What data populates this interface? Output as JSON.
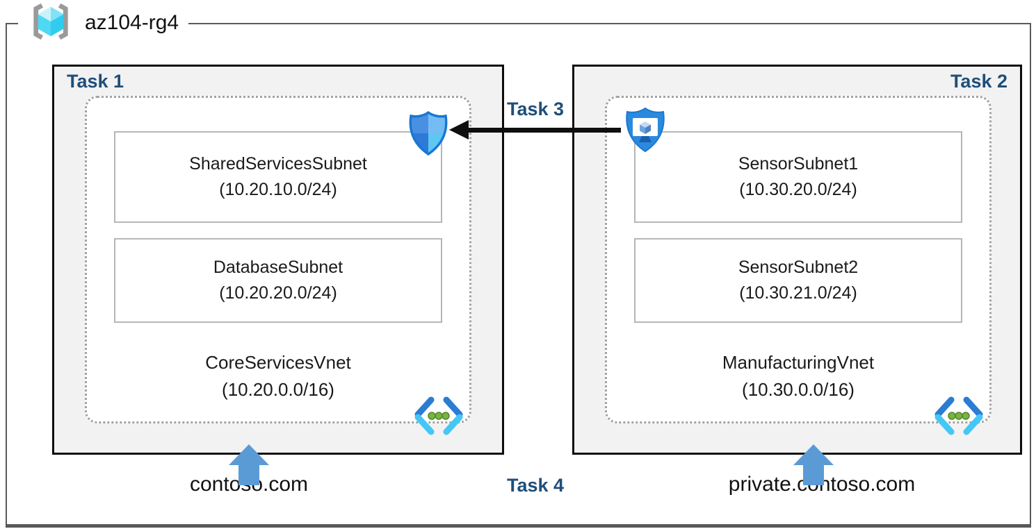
{
  "resource_group": {
    "name": "az104-rg4",
    "icon": "resource-group-icon"
  },
  "left_region": {
    "task_label": "Task 1",
    "security_icon": "network-security-group-shield-icon",
    "vnet": {
      "name": "CoreServicesVnet",
      "cidr": "(10.20.0.0/16)",
      "icon": "virtual-network-icon",
      "subnets": [
        {
          "name": "SharedServicesSubnet",
          "cidr": "(10.20.10.0/24)"
        },
        {
          "name": "DatabaseSubnet",
          "cidr": "(10.20.20.0/24)"
        }
      ]
    },
    "domain_label": "contoso.com"
  },
  "right_region": {
    "task_label": "Task 2",
    "security_icon": "bastion-shield-icon",
    "vnet": {
      "name": "ManufacturingVnet",
      "cidr": "(10.30.0.0/16)",
      "icon": "virtual-network-icon",
      "subnets": [
        {
          "name": "SensorSubnet1",
          "cidr": "(10.30.20.0/24)"
        },
        {
          "name": "SensorSubnet2",
          "cidr": "(10.30.21.0/24)"
        }
      ]
    },
    "domain_label": "private.contoso.com"
  },
  "connections": {
    "peering_label": "Task 3",
    "dns_label": "Task 4",
    "peering_direction": "right-to-left"
  },
  "colors": {
    "task_label": "#1f4e79",
    "box_background": "#f2f2f2",
    "box_border": "#0d0d0d",
    "rg_border": "#595959",
    "dotted_border": "#a3a3a3",
    "subnet_border": "#b6b6b6",
    "up_arrow": "#5b9bd5",
    "peer_arrow": "#0f0f0f",
    "vnet_icon_blue": "#2b7cd3",
    "vnet_icon_cyan": "#45c7f5",
    "vnet_icon_green": "#76b53f",
    "bastion_blue": "#2a8ae0",
    "cube_cyan": "#50e6ff"
  }
}
